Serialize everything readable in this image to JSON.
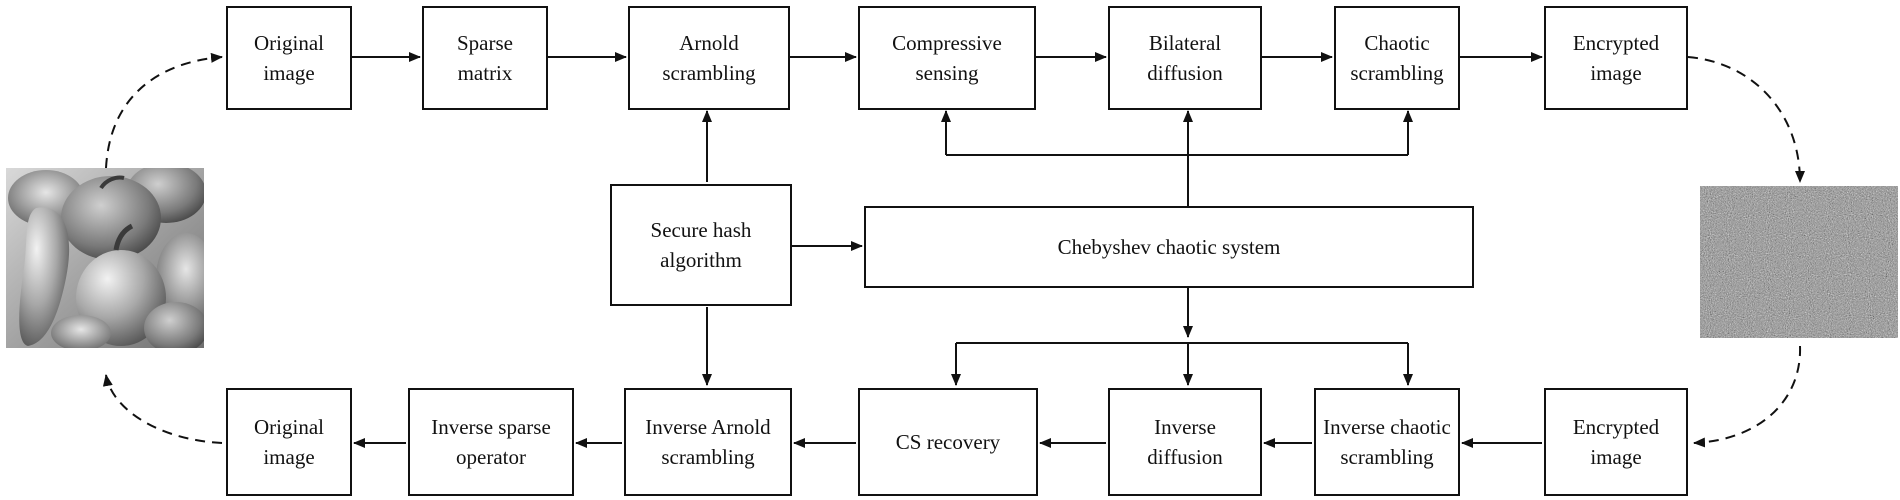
{
  "top_row": [
    {
      "id": "original-image-top",
      "label": "Original image"
    },
    {
      "id": "sparse-matrix",
      "label": "Sparse matrix"
    },
    {
      "id": "arnold-scrambling",
      "label": "Arnold scrambling"
    },
    {
      "id": "compressive-sensing",
      "label": "Compressive sensing"
    },
    {
      "id": "bilateral-diffusion",
      "label": "Bilateral diffusion"
    },
    {
      "id": "chaotic-scrambling",
      "label": "Chaotic scrambling"
    },
    {
      "id": "encrypted-image-top",
      "label": "Encrypted image"
    }
  ],
  "middle": {
    "hash": "Secure hash algorithm",
    "chaotic_system": "Chebyshev chaotic system"
  },
  "bottom_row": [
    {
      "id": "original-image-bottom",
      "label": "Original image"
    },
    {
      "id": "inverse-sparse-operator",
      "label": "Inverse sparse operator"
    },
    {
      "id": "inverse-arnold-scrambling",
      "label": "Inverse Arnold scrambling"
    },
    {
      "id": "cs-recovery",
      "label": "CS recovery"
    },
    {
      "id": "inverse-diffusion",
      "label": "Inverse diffusion"
    },
    {
      "id": "inverse-chaotic-scrambling",
      "label": "Inverse chaotic scrambling"
    },
    {
      "id": "encrypted-image-bottom",
      "label": "Encrypted image"
    }
  ],
  "images": {
    "plain_image": "peppers-photo",
    "cipher_image": "noise-cipher-image"
  },
  "colors": {
    "stroke": "#111111",
    "background": "#ffffff"
  }
}
